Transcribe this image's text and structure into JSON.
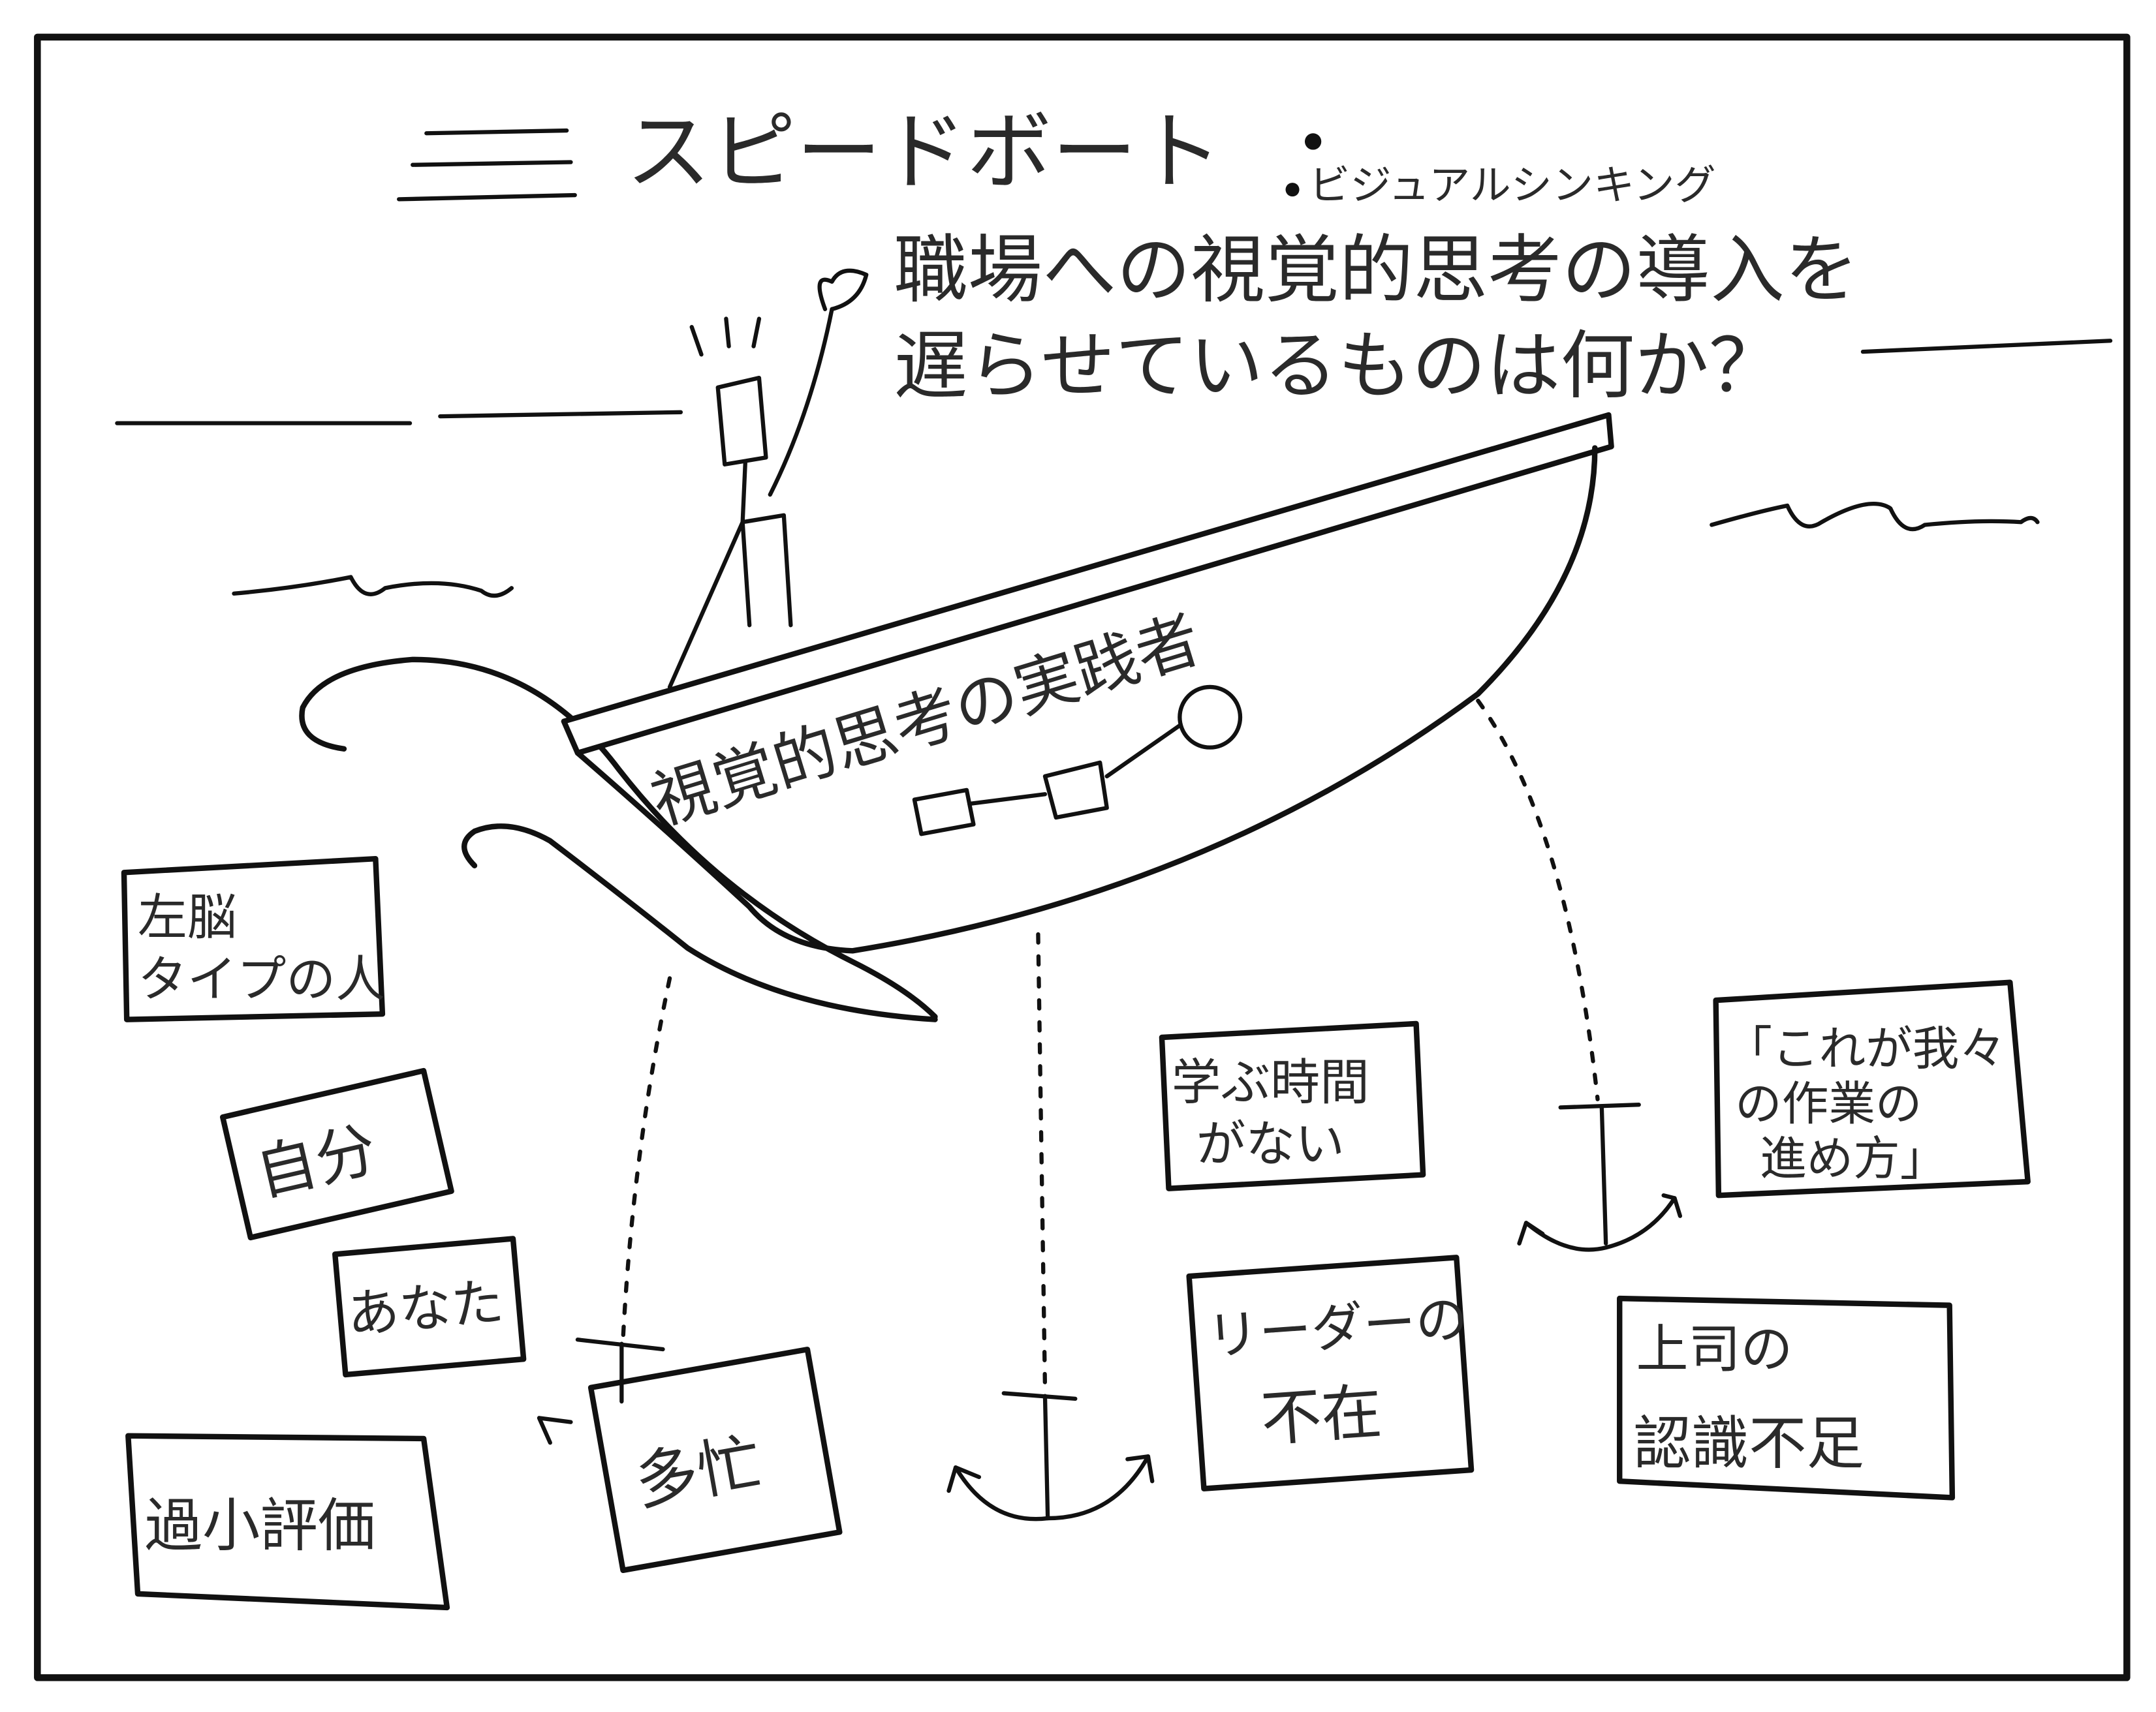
{
  "title": "スピードボート",
  "subtitle": "ビジュアルシンキング",
  "question": {
    "line1": "職場への視覚的思考の導入を",
    "line2": "遅らせているものは何か？"
  },
  "boat_label": "視覚的思考の実践者",
  "anchors": [
    {
      "lines": [
        "左脳",
        "タイプの人"
      ]
    },
    {
      "lines": [
        "自分"
      ]
    },
    {
      "lines": [
        "あなた"
      ]
    },
    {
      "lines": [
        "過小評価"
      ]
    },
    {
      "lines": [
        "多忙"
      ]
    },
    {
      "lines": [
        "学ぶ時間",
        "がない"
      ]
    },
    {
      "lines": [
        "リーダーの",
        "不在"
      ]
    },
    {
      "lines": [
        "「これが我々",
        "の作業の",
        "進め方」"
      ]
    },
    {
      "lines": [
        "上司の",
        "認識不足"
      ]
    }
  ],
  "colors": {
    "ink": "#111111",
    "paper": "#ffffff"
  }
}
